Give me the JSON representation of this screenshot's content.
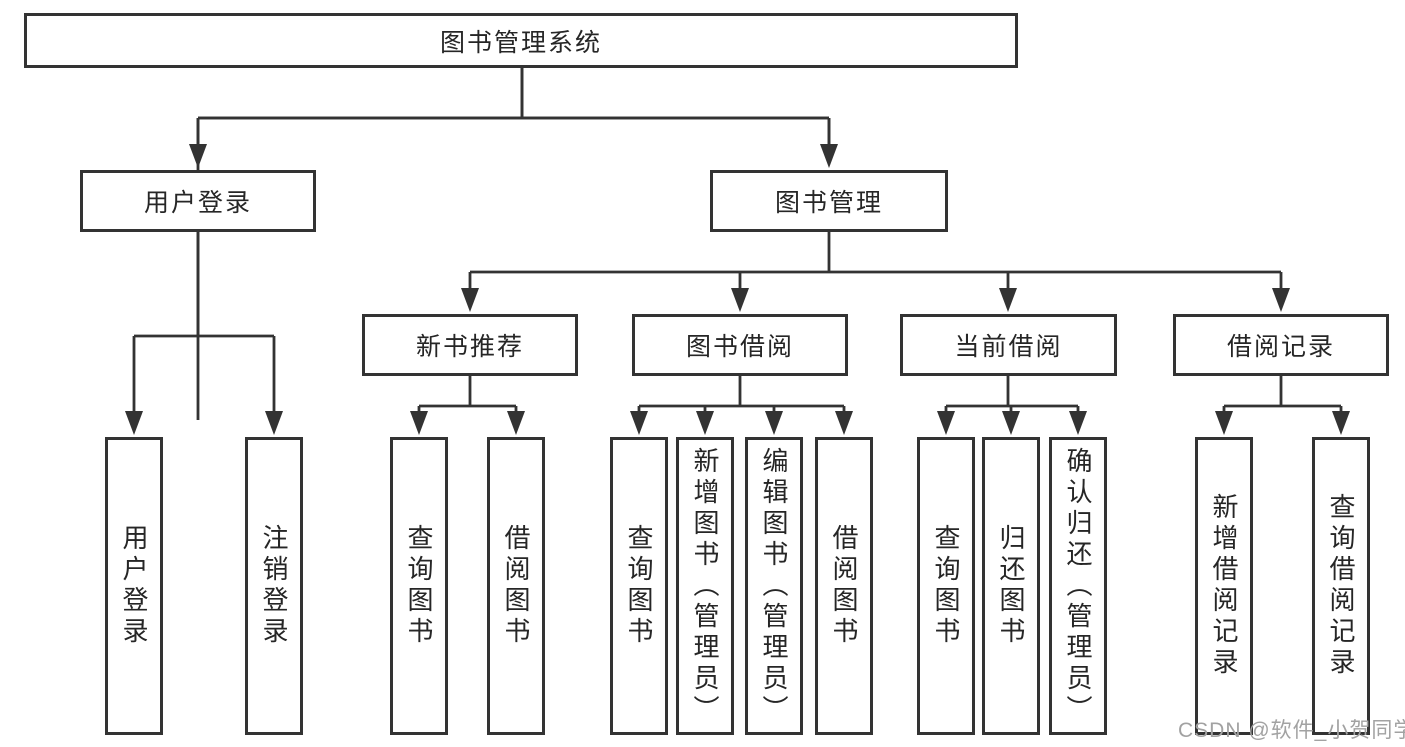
{
  "tree": {
    "label": "图书管理系统",
    "children": [
      {
        "label": "用户登录",
        "children": [
          {
            "label": "用户登录"
          },
          {
            "label": "注销登录"
          }
        ]
      },
      {
        "label": "图书管理",
        "children": [
          {
            "label": "新书推荐",
            "children": [
              {
                "label": "查询图书"
              },
              {
                "label": "借阅图书"
              }
            ]
          },
          {
            "label": "图书借阅",
            "children": [
              {
                "label": "查询图书"
              },
              {
                "label": "新增图书（管理员）"
              },
              {
                "label": "编辑图书（管理员）"
              },
              {
                "label": "借阅图书"
              }
            ]
          },
          {
            "label": "当前借阅",
            "children": [
              {
                "label": "查询图书"
              },
              {
                "label": "归还图书"
              },
              {
                "label": "确认归还（管理员）"
              }
            ]
          },
          {
            "label": "借阅记录",
            "children": [
              {
                "label": "新增借阅记录"
              },
              {
                "label": "查询借阅记录"
              }
            ]
          }
        ]
      }
    ]
  },
  "watermark": {
    "text": "CSDN @软件_小贺同学",
    "color": "#a2a2a2"
  },
  "colors": {
    "line": "#333333",
    "box_border": "#333333",
    "box_fill": "#ffffff",
    "text": "#262626"
  }
}
